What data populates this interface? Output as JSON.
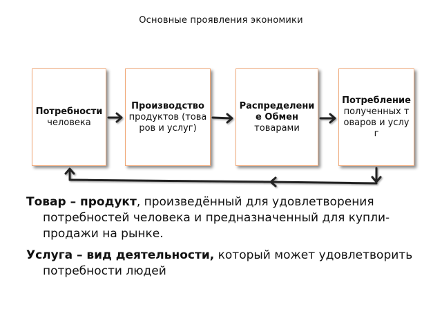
{
  "title": "Основные проявления экономики",
  "boxes": [
    {
      "bold": "Потребности",
      "normal": "человека"
    },
    {
      "bold": "Производство",
      "normal": "продуктов (товаров и услуг)"
    },
    {
      "bold": "Распределение Обмен",
      "normal": "товарами"
    },
    {
      "bold": "Потребление",
      "normal": "полученных товаров и услуг"
    }
  ],
  "definitions": [
    {
      "term": "Товар – продукт",
      "text": ", произведённый для удовлетворения потребностей человека и предназначенный для купли-продажи на рынке."
    },
    {
      "term": "Услуга – вид деятельности,",
      "text": " который может удовлетворить потребности людей"
    }
  ],
  "colors": {
    "box_border": "#f0a878",
    "arrow": "#222222"
  }
}
